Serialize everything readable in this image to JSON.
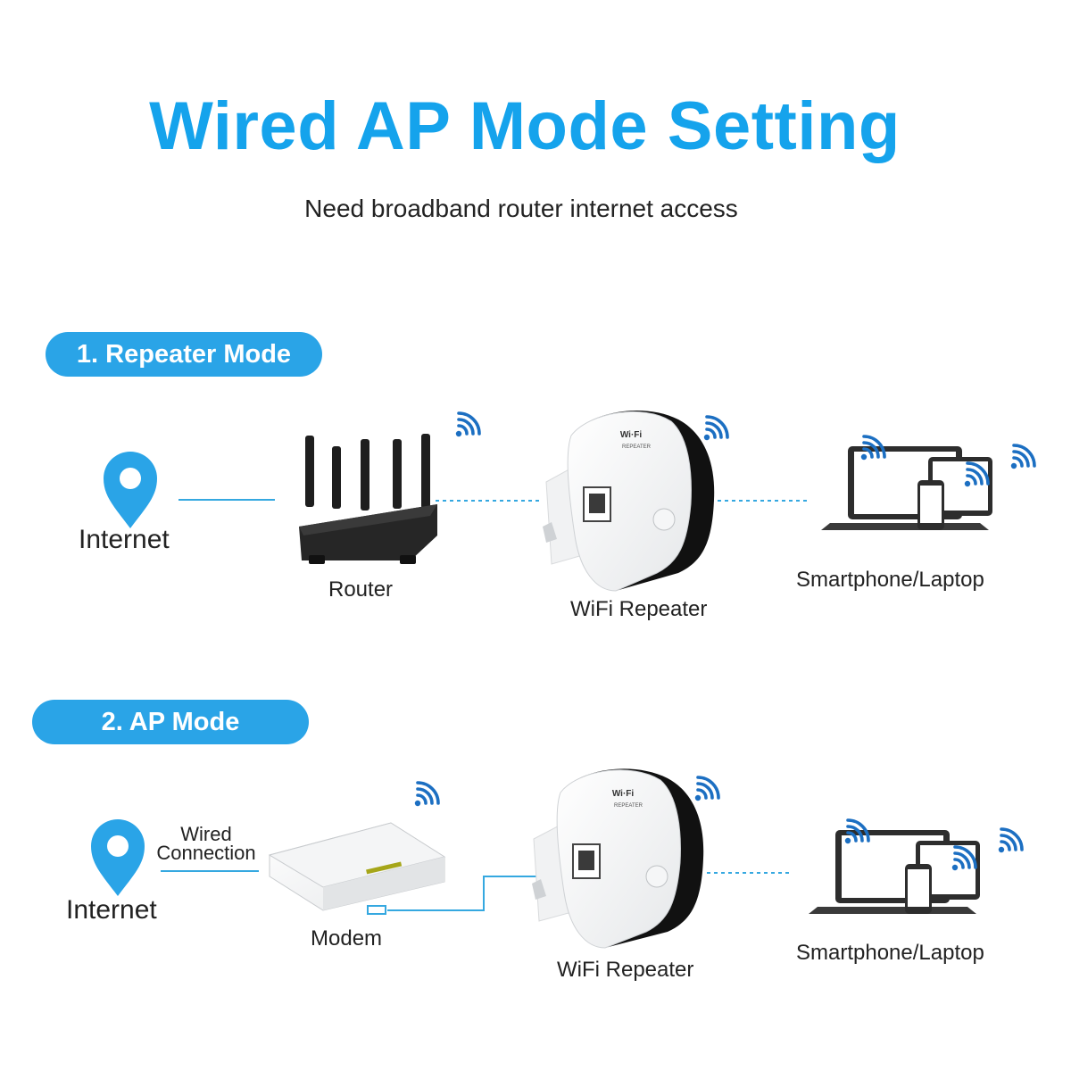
{
  "header": {
    "title": "Wired AP Mode Setting",
    "subtitle": "Need broadband router internet access"
  },
  "colors": {
    "accent": "#15a3ec",
    "pill": "#2aa4e7",
    "line": "#35a8e0"
  },
  "section1": {
    "badge": "1. Repeater Mode",
    "internet_label": "Internet",
    "router_label": "Router",
    "repeater_label": "WiFi Repeater",
    "devices_label": "Smartphone/Laptop"
  },
  "section2": {
    "badge": "2. AP Mode",
    "internet_label": "Internet",
    "wired_line1": "Wired",
    "wired_line2": "Connection",
    "modem_label": "Modem",
    "repeater_label": "WiFi Repeater",
    "devices_label": "Smartphone/Laptop"
  },
  "device_text": {
    "brand_line1": "Wi·Fi",
    "brand_line2": "REPEATER"
  },
  "icons": [
    "location-pin-icon",
    "wifi-signal-icon",
    "router-icon",
    "wifi-repeater-icon",
    "laptop-icon",
    "tablet-icon",
    "smartphone-icon",
    "modem-icon"
  ]
}
